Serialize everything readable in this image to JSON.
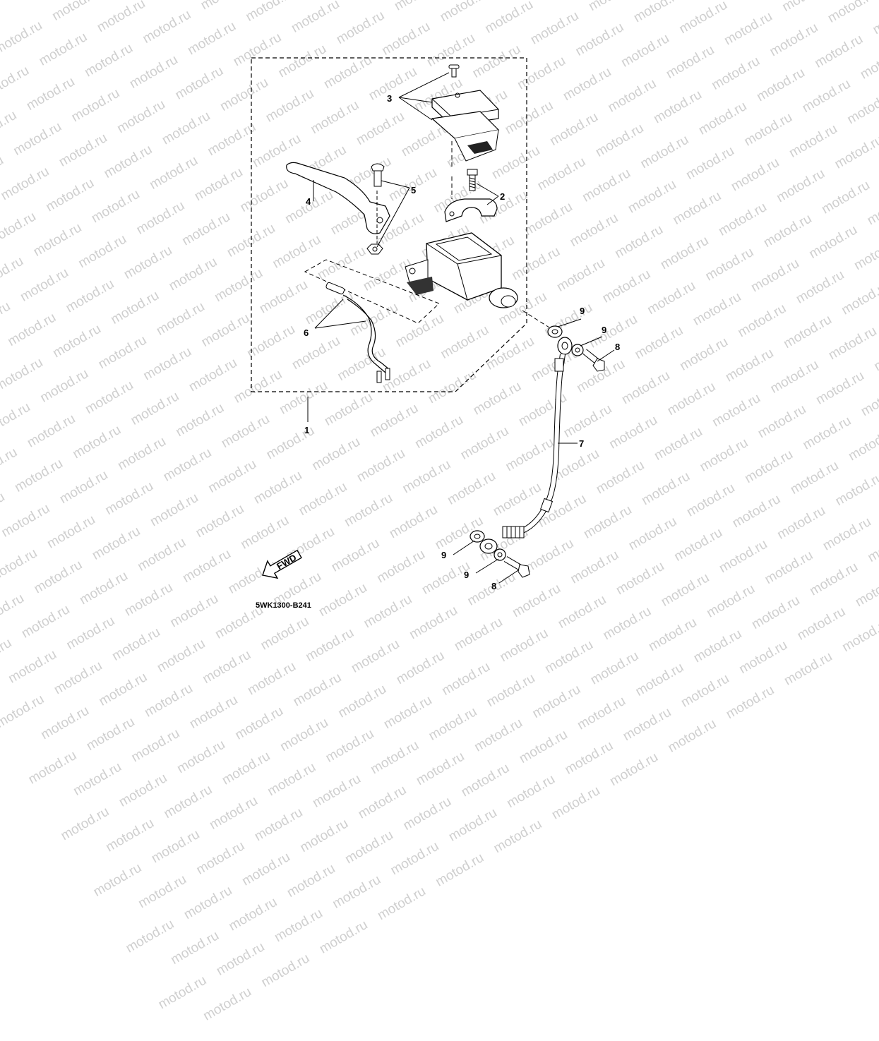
{
  "watermark": "motod.ru",
  "code": "5WK1300-B241",
  "fwd": "FWD",
  "callouts": {
    "c1": "1",
    "c2": "2",
    "c3": "3",
    "c4": "4",
    "c5": "5",
    "c6": "6",
    "c7": "7",
    "c8a": "8",
    "c8b": "8",
    "c9a": "9",
    "c9b": "9",
    "c9c": "9",
    "c9d": "9"
  },
  "colors": {
    "line": "#000000",
    "watermark": "#cfcfcf"
  }
}
